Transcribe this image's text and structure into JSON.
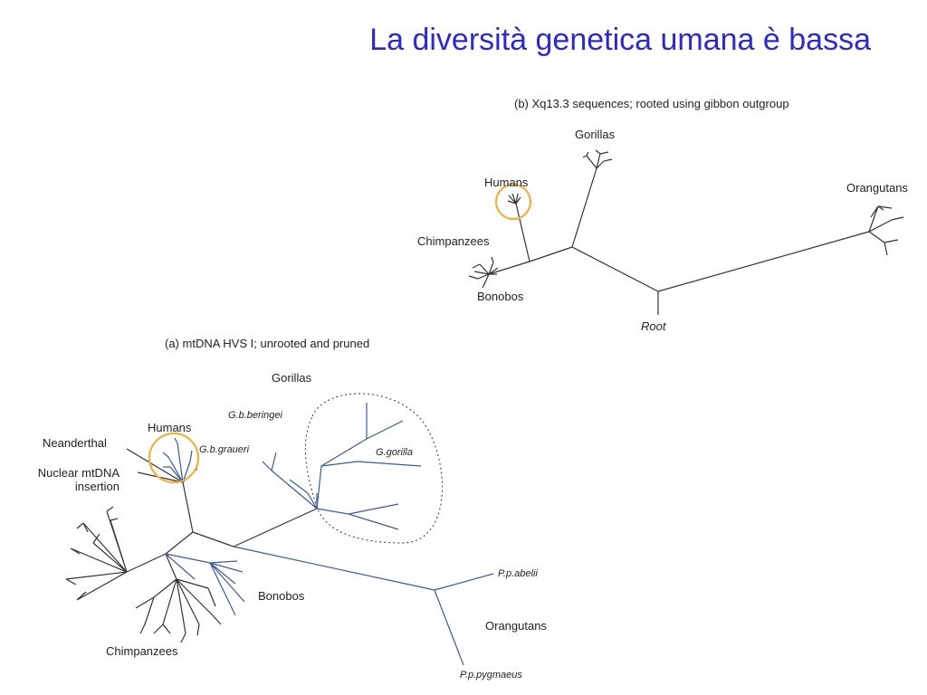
{
  "slide": {
    "title": "La diversità genetica umana è bassa"
  },
  "panel_b": {
    "caption": "(b) Xq13.3 sequences; rooted using gibbon outgroup",
    "labels": {
      "gorillas": "Gorillas",
      "humans": "Humans",
      "orangutans": "Orangutans",
      "chimpanzees": "Chimpanzees",
      "bonobos": "Bonobos",
      "root": "Root"
    }
  },
  "panel_a": {
    "caption": "(a) mtDNA HVS I; unrooted and pruned",
    "labels": {
      "gorillas": "Gorillas",
      "gb_beringei": "G.b.beringei",
      "gb_graueri": "G.b.graueri",
      "g_gorilla": "G.gorilla",
      "humans": "Humans",
      "neanderthal": "Neanderthal",
      "nuclear_mtdna": "Nuclear mtDNA insertion",
      "bonobos": "Bonobos",
      "chimpanzees": "Chimpanzees",
      "pp_abelii": "P.p.abelii",
      "orangutans": "Orangutans",
      "pp_pygmaeus": "P.p.pygmaeus"
    }
  },
  "colors": {
    "title": "#2b2bcc",
    "branch": "#333333",
    "branch_blue": "#3a5a9a",
    "highlight_circle": "#f0b040"
  }
}
